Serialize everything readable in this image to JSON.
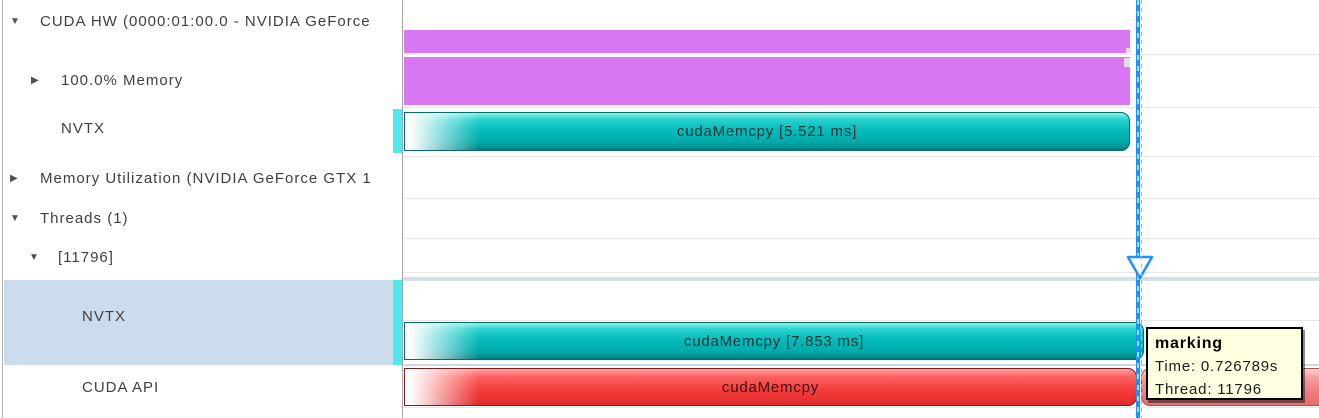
{
  "sidebar": {
    "rows": [
      {
        "label": "CUDA HW (0000:01:00.0 - NVIDIA GeForce",
        "state": "expanded"
      },
      {
        "label": "100.0% Memory",
        "state": "collapsed"
      },
      {
        "label": "NVTX",
        "state": "none"
      },
      {
        "label": "Memory Utilization (NVIDIA GeForce GTX 1",
        "state": "collapsed"
      },
      {
        "label": "Threads (1)",
        "state": "expanded"
      },
      {
        "label": "[11796]",
        "state": "expanded"
      },
      {
        "label": "NVTX",
        "state": "none",
        "selected": true
      },
      {
        "label": "CUDA API",
        "state": "none"
      }
    ]
  },
  "icons": {
    "expanded": "▼",
    "collapsed": "▶"
  },
  "timeline": {
    "bars": {
      "gpu_nvtx_label": "cudaMemcpy [5.521 ms]",
      "thread_nvtx_label": "cudaMemcpy [7.853 ms]",
      "cuda_api_label": "cudaMemcpy"
    }
  },
  "tooltip": {
    "title": "marking",
    "time": "Time: 0.726789s",
    "thread": "Thread: 11796"
  },
  "colors": {
    "magenta_bar": "#d977f3",
    "teal_bar": "#02b5b5",
    "red_bar": "#f43f3f",
    "red_bar_light": "#ee7d7d",
    "cyan_strip": "#50e9f0",
    "cursor_blue": "#1e90ff",
    "selection_bg": "#cbdcec",
    "tooltip_bg": "#ffffe1",
    "gridline": "#e8e8e8"
  }
}
